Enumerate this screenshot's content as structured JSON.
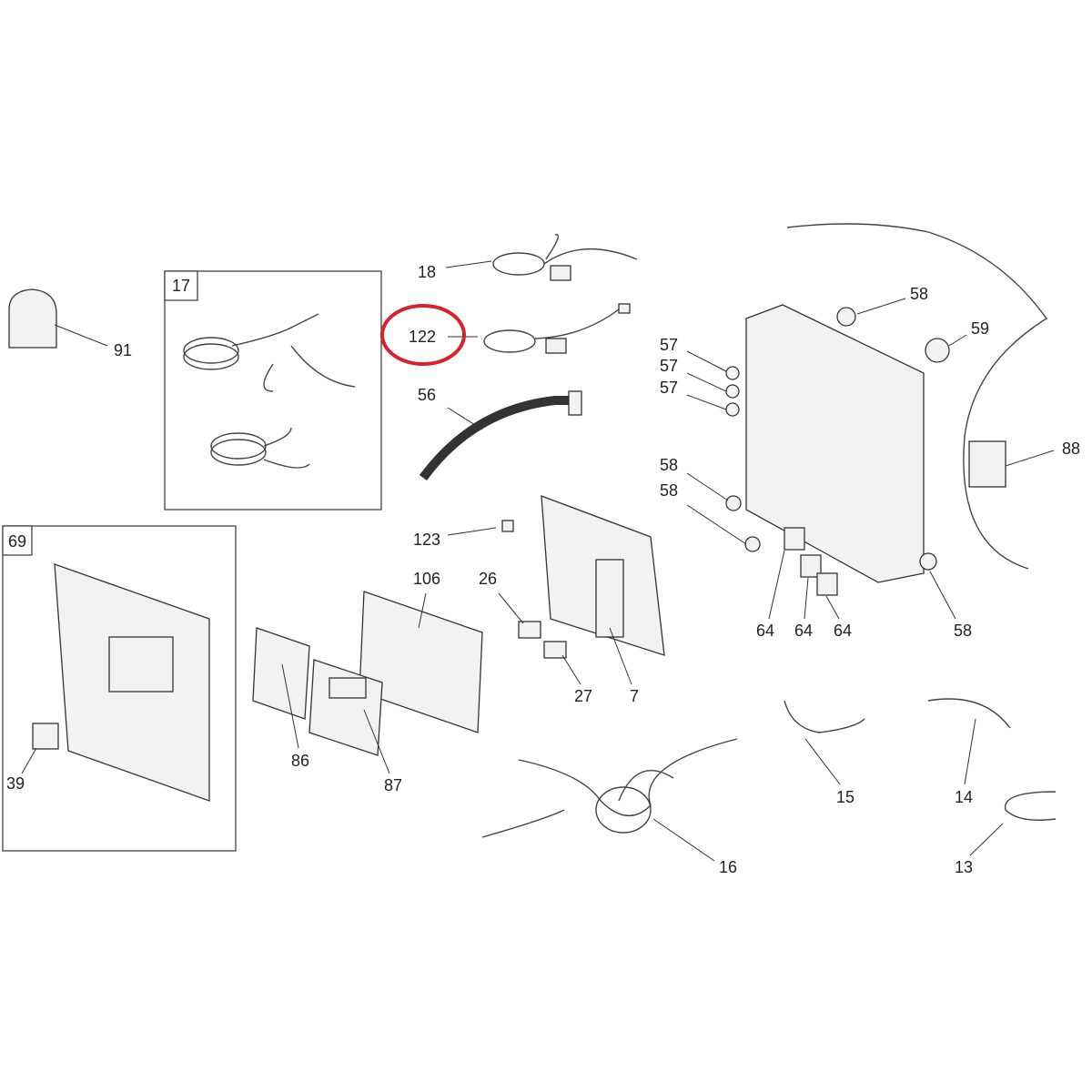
{
  "diagram": {
    "highlight_color": "#d9222a",
    "highlighted_part": "122",
    "kit_boxes": [
      {
        "id": "17"
      },
      {
        "id": "69"
      }
    ],
    "callouts": [
      "91",
      "18",
      "122",
      "56",
      "123",
      "106",
      "26",
      "27",
      "7",
      "86",
      "87",
      "39",
      "57",
      "57",
      "57",
      "58",
      "58",
      "58",
      "59",
      "88",
      "64",
      "64",
      "64",
      "58",
      "15",
      "14",
      "13",
      "16"
    ]
  }
}
